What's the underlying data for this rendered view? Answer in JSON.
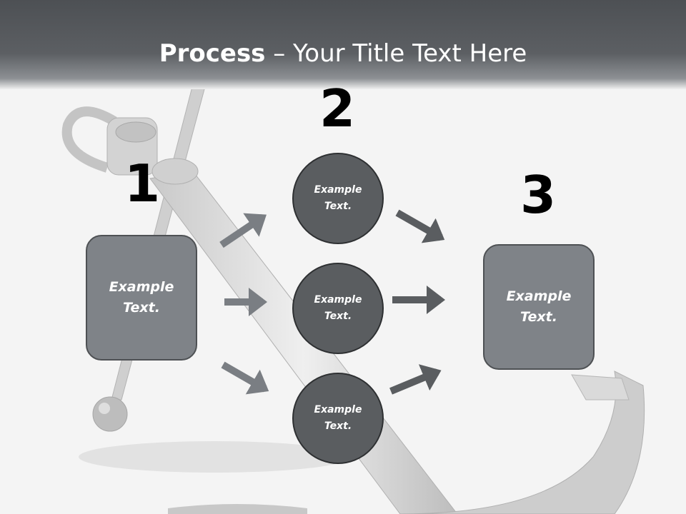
{
  "title": {
    "bold": "Process",
    "rest": " – Your Title Text Here"
  },
  "steps": [
    {
      "number": "1",
      "text": "Example Text."
    },
    {
      "number": "2",
      "text": "Example Text."
    },
    {
      "number": "3",
      "text": "Example Text."
    }
  ],
  "circles": [
    {
      "text": "Example Text."
    },
    {
      "text": "Example Text."
    },
    {
      "text": "Example Text."
    }
  ],
  "colors": {
    "box": "#7f8388",
    "circle": "#5a5d60",
    "arrow_left": "#7a7e83",
    "arrow_right": "#5a5d60"
  },
  "background_image": "anchor"
}
